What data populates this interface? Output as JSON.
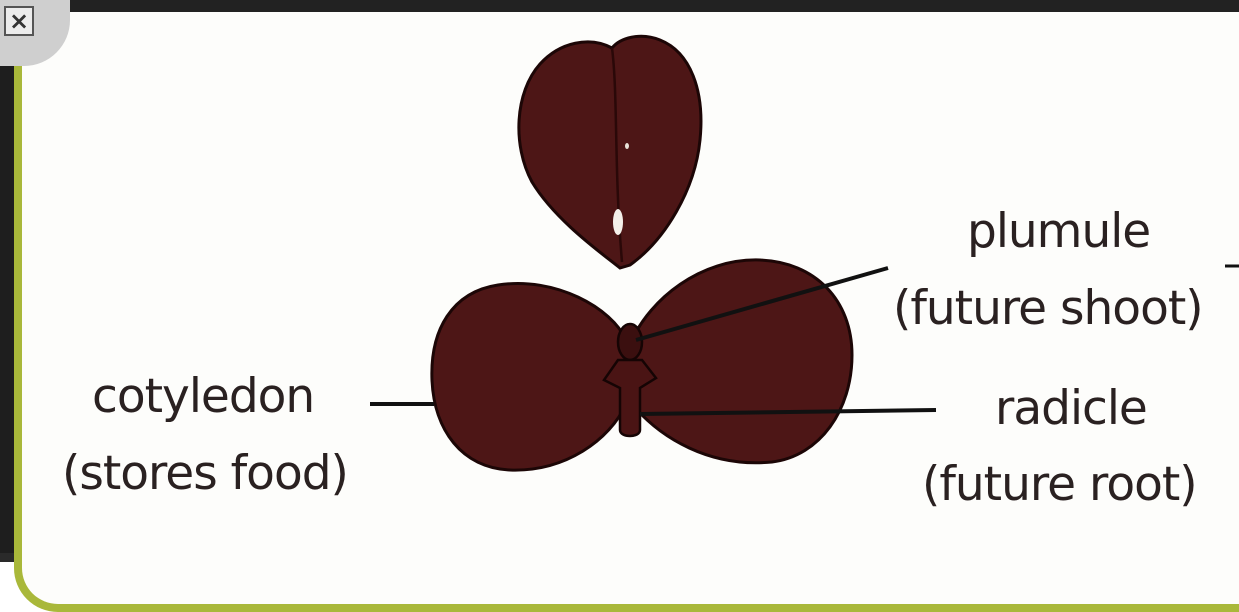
{
  "close_button": {
    "label": "×",
    "icon": "close-icon"
  },
  "labels": {
    "plumule": "plumule",
    "plumule_note": "(future shoot)",
    "radicle": "radicle",
    "radicle_note": "(future root)",
    "cotyledon": "cotyledon",
    "cotyledon_note": "(stores food)"
  },
  "colors": {
    "seed": "#4d1616",
    "seed_outline": "#1c0606",
    "frame_border": "#a9b83a",
    "text": "#2a2121"
  }
}
